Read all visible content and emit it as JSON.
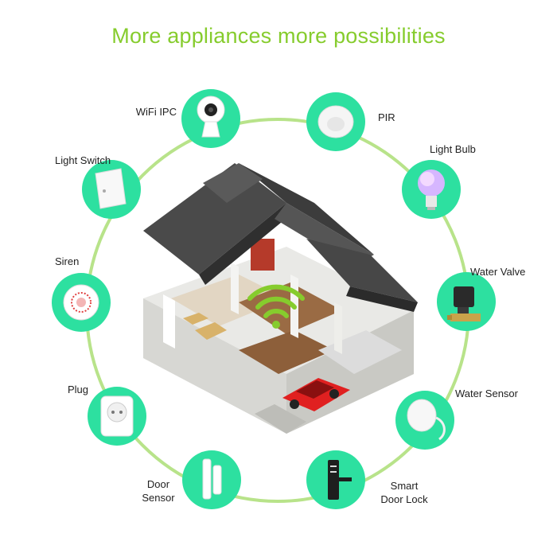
{
  "title": "More appliances more possibilities",
  "colors": {
    "accent": "#86cc2d",
    "node": "#2de0a0",
    "ring": "#b8e38a"
  },
  "devices": [
    {
      "name": "wifi-ipc",
      "label": "WiFi IPC",
      "icon": "camera-icon"
    },
    {
      "name": "pir",
      "label": "PIR",
      "icon": "motion-sensor-icon"
    },
    {
      "name": "light-bulb",
      "label": "Light Bulb",
      "icon": "light-bulb-icon"
    },
    {
      "name": "water-valve",
      "label": "Water Valve",
      "icon": "valve-icon"
    },
    {
      "name": "water-sensor",
      "label": "Water Sensor",
      "icon": "water-sensor-icon"
    },
    {
      "name": "smart-door-lock",
      "label": "Smart",
      "label2": "Door Lock",
      "icon": "door-lock-icon"
    },
    {
      "name": "door-sensor",
      "label": "Door",
      "label2": "Sensor",
      "icon": "door-sensor-icon"
    },
    {
      "name": "plug",
      "label": "Plug",
      "icon": "plug-icon"
    },
    {
      "name": "siren",
      "label": "Siren",
      "icon": "siren-icon"
    },
    {
      "name": "light-switch",
      "label": "Light Switch",
      "icon": "light-switch-icon"
    }
  ]
}
